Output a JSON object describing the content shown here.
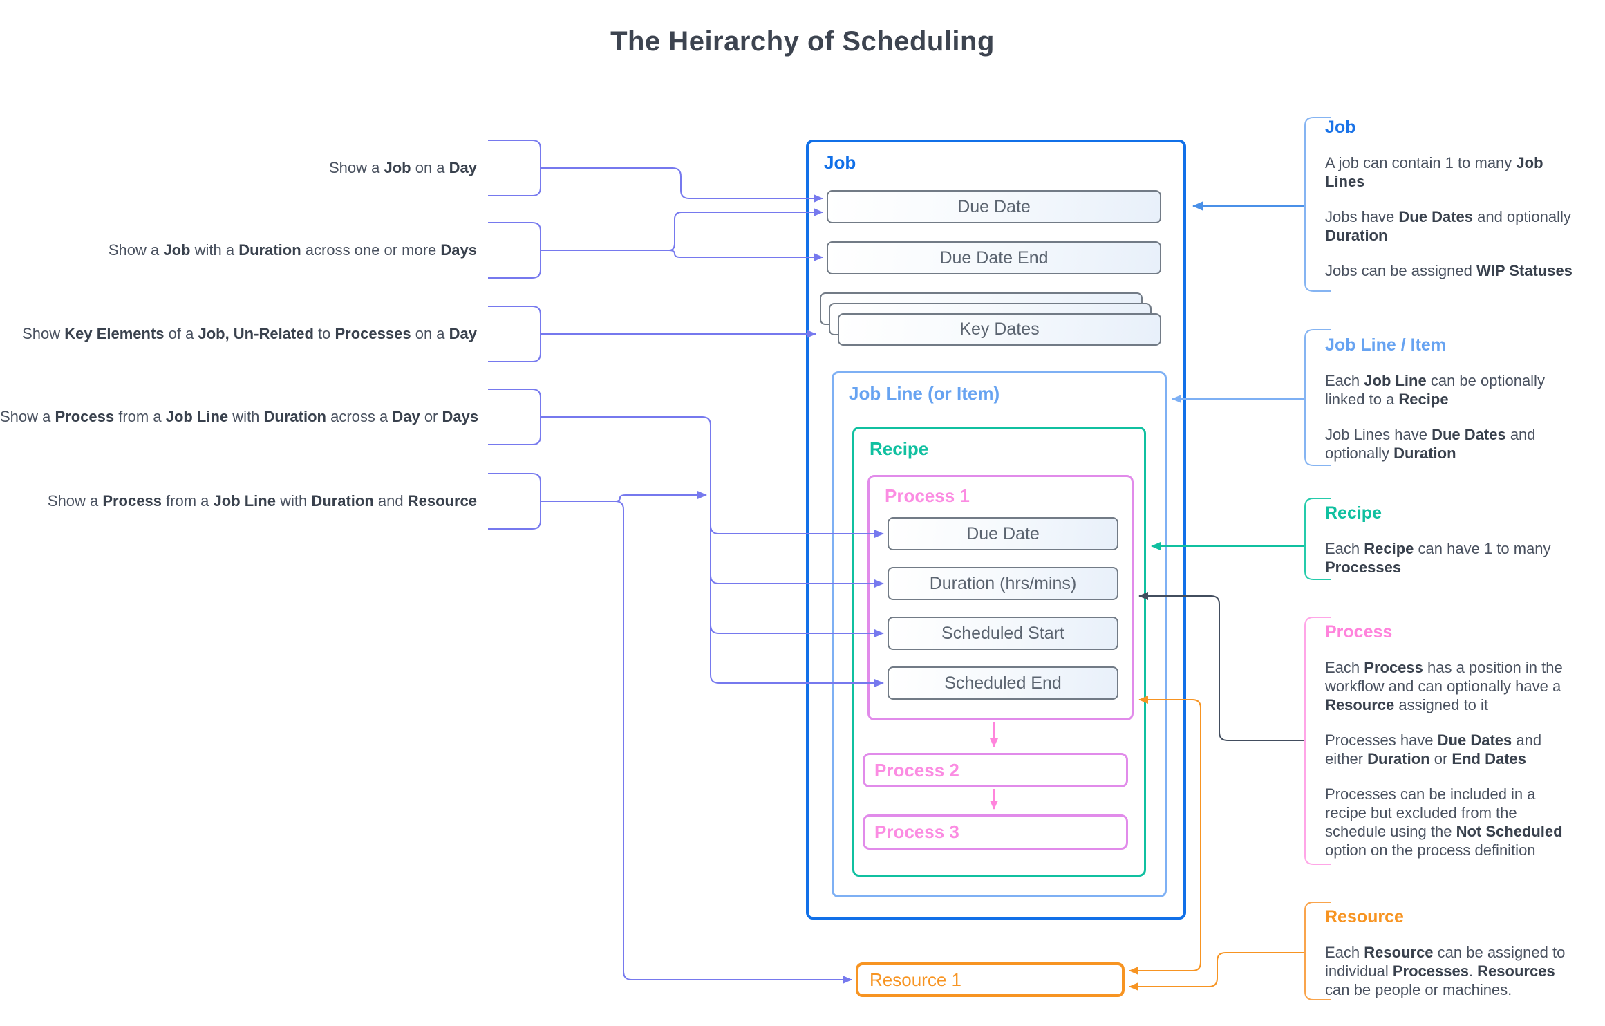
{
  "title": "The Heirarchy of Scheduling",
  "colors": {
    "title_text": "#3d4450",
    "body_text": "#49515f",
    "connector_purple": "#7679ee",
    "job_blue": "#1170e8",
    "job_annotation_line": "#4a90e8",
    "job_line_light_blue": "#7eb0f4",
    "recipe_teal": "#10c0a0",
    "process_border_orchid": "#e18bea",
    "process_label_pink": "#fb8ce2",
    "process_bracket_pink": "#ffa6e7",
    "process_connector_dark": "#424d5e",
    "resource_orange": "#f79422",
    "field_border_gray": "#727b86",
    "field_text_gray": "#5b6470"
  },
  "left_notes": [
    {
      "segments": [
        {
          "t": "Show a "
        },
        {
          "t": "Job",
          "b": true
        },
        {
          "t": " on a "
        },
        {
          "t": "Day",
          "b": true
        }
      ]
    },
    {
      "segments": [
        {
          "t": "Show a "
        },
        {
          "t": "Job",
          "b": true
        },
        {
          "t": " with a "
        },
        {
          "t": "Duration",
          "b": true
        },
        {
          "t": " across one or more "
        },
        {
          "t": "Days",
          "b": true
        }
      ]
    },
    {
      "segments": [
        {
          "t": "Show "
        },
        {
          "t": "Key Elements",
          "b": true
        },
        {
          "t": " of a "
        },
        {
          "t": "Job, Un-Related",
          "b": true
        },
        {
          "t": " to "
        },
        {
          "t": "Processes",
          "b": true
        },
        {
          "t": " on a "
        },
        {
          "t": "Day",
          "b": true
        }
      ]
    },
    {
      "segments": [
        {
          "t": "Show a "
        },
        {
          "t": "Process",
          "b": true
        },
        {
          "t": " from a "
        },
        {
          "t": "Job Line",
          "b": true
        },
        {
          "t": " with "
        },
        {
          "t": "Duration",
          "b": true
        },
        {
          "t": " across a "
        },
        {
          "t": "Day",
          "b": true
        },
        {
          "t": " or "
        },
        {
          "t": "Days",
          "b": true
        }
      ]
    },
    {
      "segments": [
        {
          "t": "Show a "
        },
        {
          "t": "Process",
          "b": true
        },
        {
          "t": " from a "
        },
        {
          "t": "Job Line",
          "b": true
        },
        {
          "t": " with "
        },
        {
          "t": "Duration",
          "b": true
        },
        {
          "t": " and "
        },
        {
          "t": "Resource",
          "b": true
        }
      ]
    }
  ],
  "diagram": {
    "job": {
      "label": "Job",
      "fields": {
        "due_date": "Due Date",
        "due_date_end": "Due Date End",
        "key_dates": "Key Dates"
      }
    },
    "job_line": {
      "label": "Job Line (or Item)"
    },
    "recipe": {
      "label": "Recipe"
    },
    "process1": {
      "label": "Process 1",
      "fields": [
        "Due Date",
        "Duration (hrs/mins)",
        "Scheduled Start",
        "Scheduled End"
      ]
    },
    "process2": {
      "label": "Process 2"
    },
    "process3": {
      "label": "Process 3"
    },
    "resource1": {
      "label": "Resource 1"
    }
  },
  "right_notes": [
    {
      "heading": "Job",
      "paragraphs": [
        [
          {
            "t": "A job can contain 1 to many "
          },
          {
            "t": "Job Lines",
            "b": true
          }
        ],
        [
          {
            "t": "Jobs have "
          },
          {
            "t": "Due Dates",
            "b": true
          },
          {
            "t": " and optionally "
          },
          {
            "t": "Duration",
            "b": true
          }
        ],
        [
          {
            "t": "Jobs can be assigned "
          },
          {
            "t": "WIP Statuses",
            "b": true
          }
        ]
      ]
    },
    {
      "heading": "Job Line / Item",
      "paragraphs": [
        [
          {
            "t": "Each "
          },
          {
            "t": "Job Line",
            "b": true
          },
          {
            "t": " can be optionally linked to a "
          },
          {
            "t": "Recipe",
            "b": true
          }
        ],
        [
          {
            "t": "Job Lines have "
          },
          {
            "t": "Due Dates",
            "b": true
          },
          {
            "t": " and optionally "
          },
          {
            "t": "Duration",
            "b": true
          }
        ]
      ]
    },
    {
      "heading": "Recipe",
      "paragraphs": [
        [
          {
            "t": "Each "
          },
          {
            "t": "Recipe",
            "b": true
          },
          {
            "t": " can have 1 to many "
          },
          {
            "t": "Processes",
            "b": true
          }
        ]
      ]
    },
    {
      "heading": "Process",
      "paragraphs": [
        [
          {
            "t": "Each "
          },
          {
            "t": "Process",
            "b": true
          },
          {
            "t": " has a position in the workflow and can optionally have a "
          },
          {
            "t": "Resource",
            "b": true
          },
          {
            "t": " assigned to it"
          }
        ],
        [
          {
            "t": "Processes have "
          },
          {
            "t": "Due Dates",
            "b": true
          },
          {
            "t": " and either "
          },
          {
            "t": "Duration",
            "b": true
          },
          {
            "t": " or "
          },
          {
            "t": "End Dates",
            "b": true
          }
        ],
        [
          {
            "t": "Processes can be included in a recipe but excluded from the schedule using the "
          },
          {
            "t": "Not Scheduled",
            "b": true
          },
          {
            "t": " option on the process definition"
          }
        ]
      ]
    },
    {
      "heading": "Resource",
      "paragraphs": [
        [
          {
            "t": "Each "
          },
          {
            "t": "Resource",
            "b": true
          },
          {
            "t": " can be assigned to individual "
          },
          {
            "t": "Processes",
            "b": true
          },
          {
            "t": ". "
          },
          {
            "t": "Resources",
            "b": true
          },
          {
            "t": " can be people or machines."
          }
        ]
      ]
    }
  ]
}
